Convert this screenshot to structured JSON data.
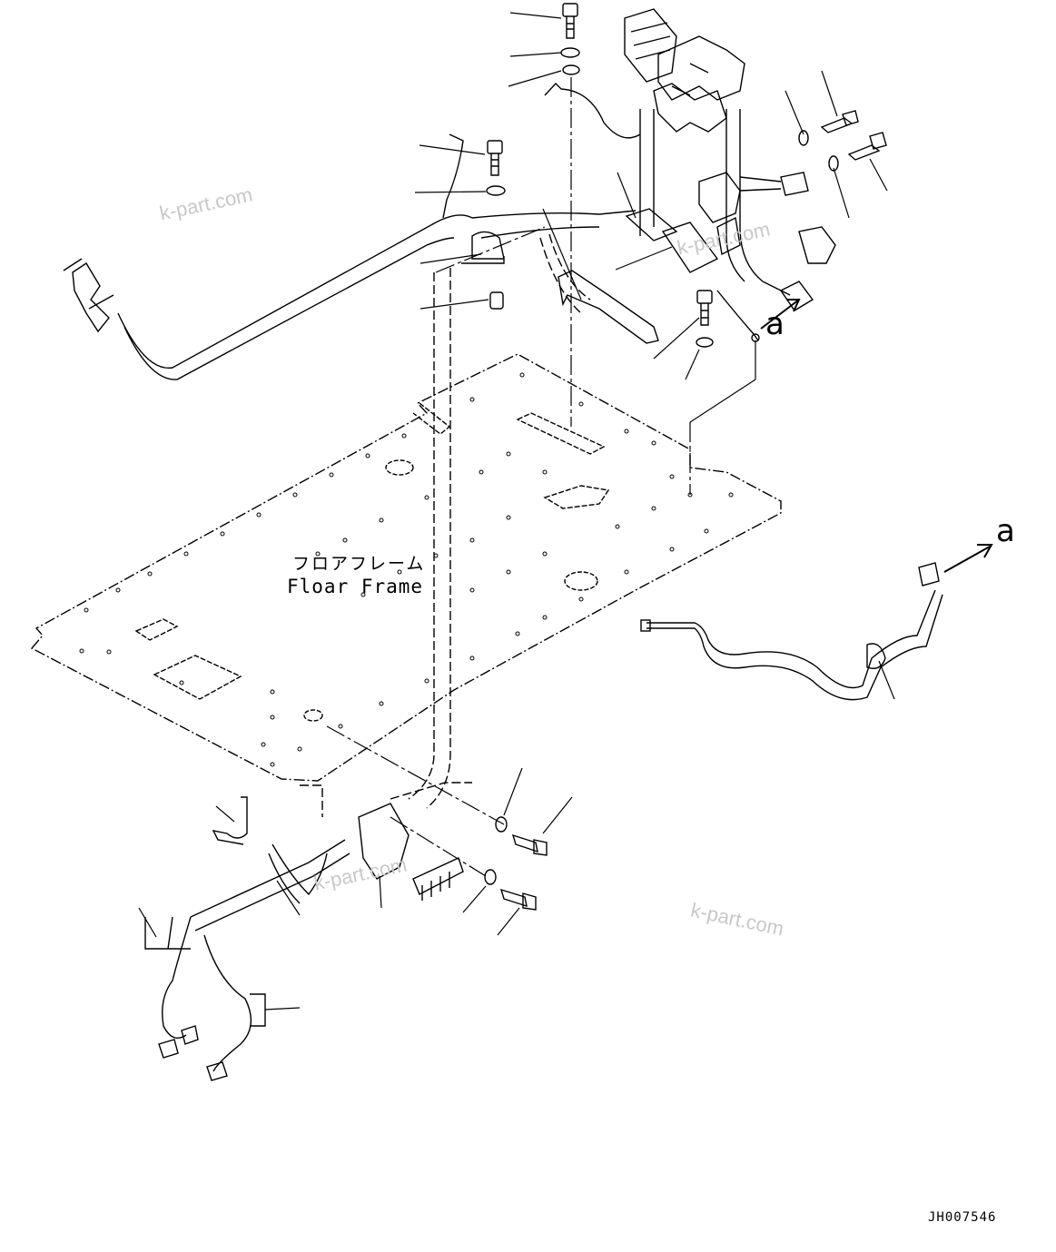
{
  "diagram": {
    "floor_frame_label_jp": "フロアフレーム",
    "floor_frame_label_en": "Floar Frame",
    "view_marker_top": "a",
    "view_marker_right": "a",
    "watermarks": [
      "k-part.com",
      "k-part.com",
      "k-part.com",
      "k-part.com"
    ],
    "drawing_code": "JH007546"
  }
}
